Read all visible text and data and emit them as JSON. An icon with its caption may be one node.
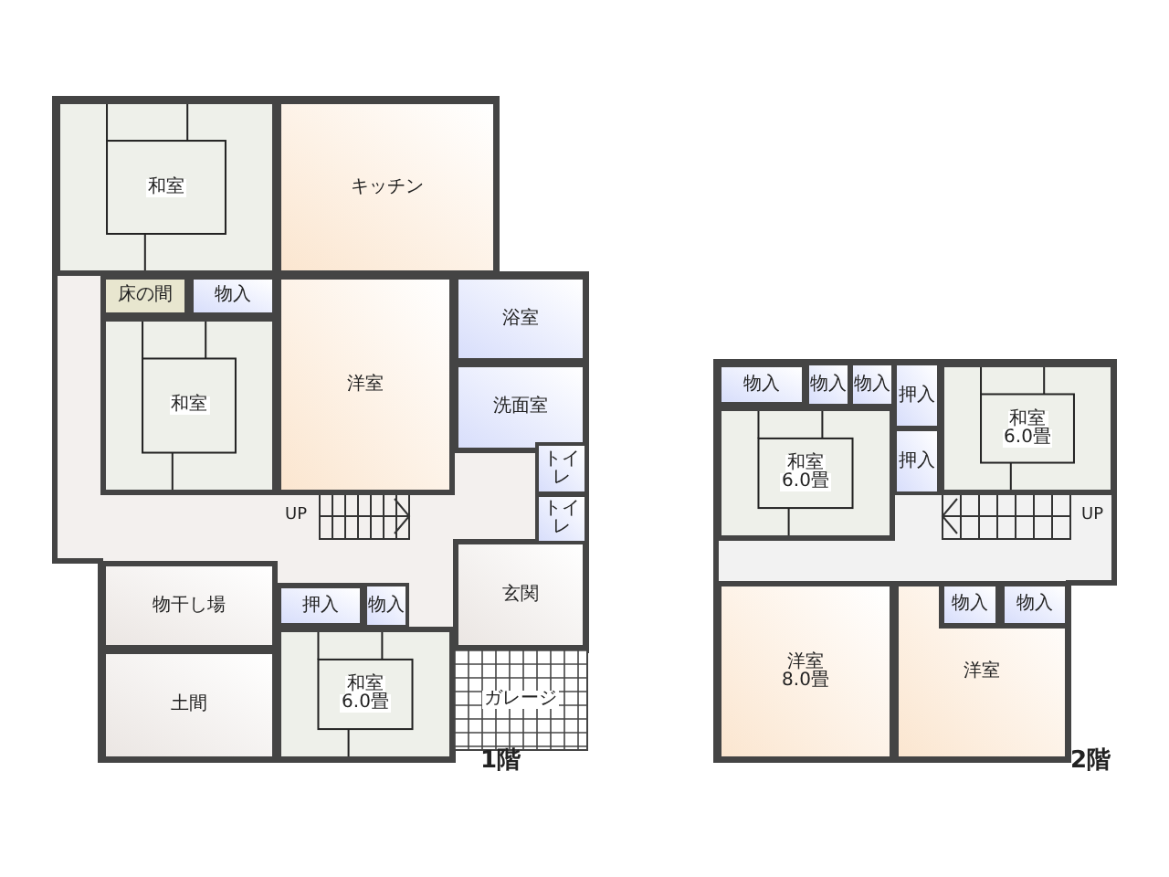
{
  "diagram": {
    "nodes": [
      {
        "text": [
          "和室"
        ]
      },
      {
        "text": [
          "キッチン"
        ]
      },
      {
        "text": [
          "床の間"
        ]
      },
      {
        "text": [
          "物入"
        ]
      },
      {
        "text": [
          "洋室"
        ]
      },
      {
        "text": [
          "浴室"
        ]
      },
      {
        "text": [
          "和室"
        ]
      },
      {
        "text": [
          "洗面室"
        ]
      },
      {
        "text": [
          "トイレ"
        ]
      },
      {
        "text": [
          "トイレ"
        ]
      },
      {
        "text": [
          "物干し場"
        ]
      },
      {
        "text": [
          "押入"
        ]
      },
      {
        "text": [
          "物入"
        ]
      },
      {
        "text": [
          "玄関"
        ]
      },
      {
        "text": [
          "土間"
        ]
      },
      {
        "text": [
          "和室",
          "6.0畳"
        ]
      },
      {
        "text": [
          "ガレージ"
        ]
      },
      {
        "text": [
          "物入"
        ]
      },
      {
        "text": [
          "物入"
        ]
      },
      {
        "text": [
          "物入"
        ]
      },
      {
        "text": [
          "押入"
        ]
      },
      {
        "text": [
          "和室",
          "6.0畳"
        ]
      },
      {
        "text": [
          "押入"
        ]
      },
      {
        "text": [
          "和室",
          "6.0畳"
        ]
      },
      {
        "text": [
          "洋室",
          "8.0畳"
        ]
      },
      {
        "text": [
          "洋室"
        ]
      },
      {
        "text": [
          "物入"
        ],
        "in": 25
      },
      {
        "text": [
          "物入"
        ],
        "in": 25
      }
    ],
    "labels": [
      "UP",
      "UP",
      "1階",
      "2階"
    ]
  }
}
